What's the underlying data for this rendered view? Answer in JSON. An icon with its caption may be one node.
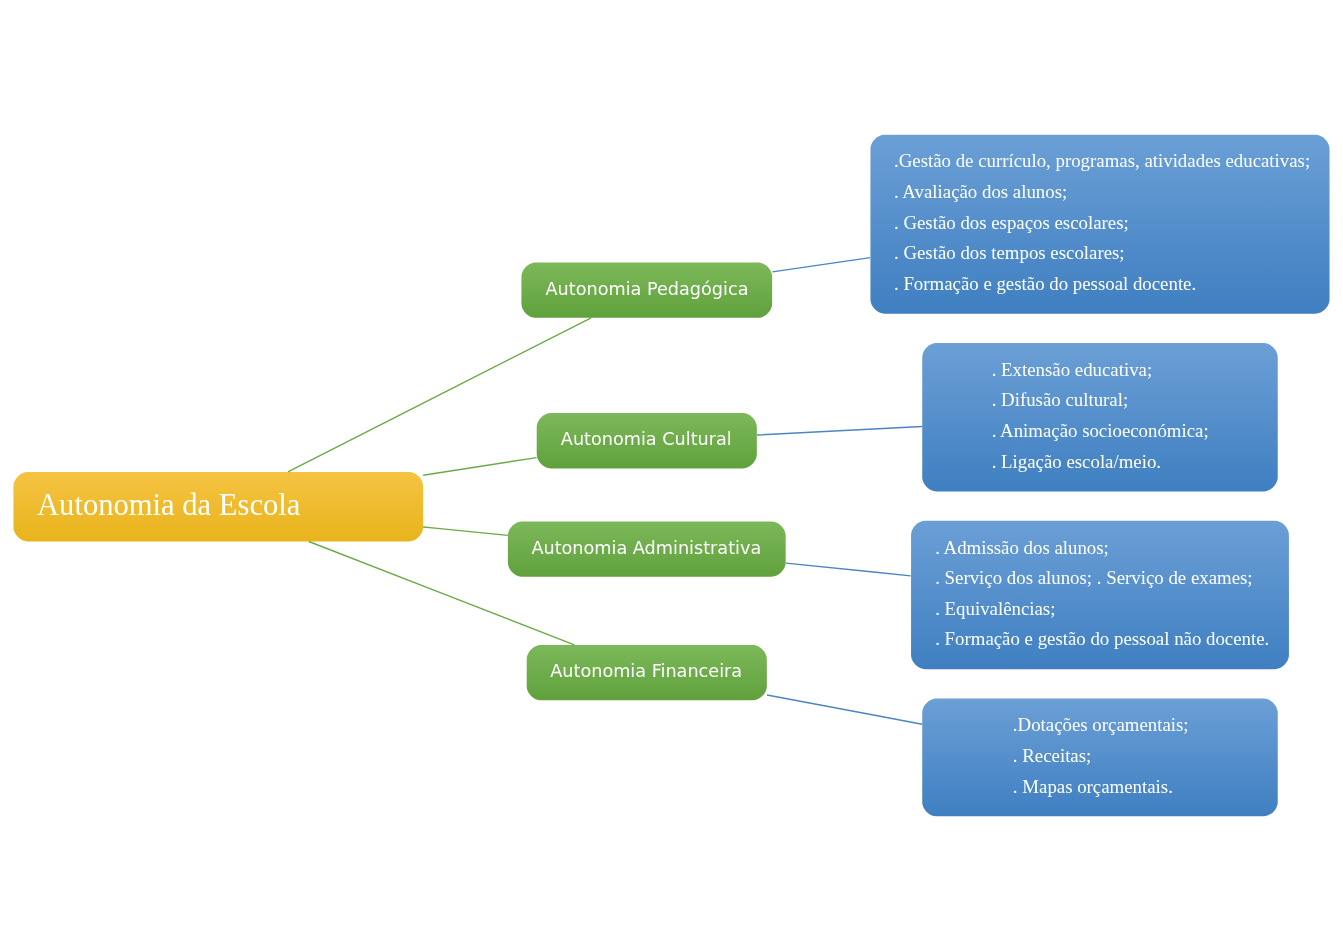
{
  "diagram": {
    "nodes": [
      {
        "text": [
          "Autonomia da Escola"
        ]
      },
      {
        "text": [
          "Autonomia Pedagógica"
        ]
      },
      {
        "text": [
          "Autonomia Cultural"
        ]
      },
      {
        "text": [
          "Autonomia Administrativa"
        ]
      },
      {
        "text": [
          "Autonomia Financeira"
        ]
      },
      {
        "text": [
          ".Gestão de currículo, programas, atividades educativas;",
          ". Avaliação dos alunos;",
          ". Gestão dos espaços escolares;",
          ". Gestão dos tempos escolares;",
          ". Formação e gestão do pessoal docente."
        ]
      },
      {
        "text": [
          ". Extensão educativa;",
          ". Difusão cultural;",
          ". Animação socioeconómica;",
          ". Ligação escola/meio."
        ]
      },
      {
        "text": [
          ". Admissão dos alunos;",
          ". Serviço dos alunos; . Serviço de exames;",
          ". Equivalências;",
          ". Formação e gestão do pessoal não docente."
        ]
      },
      {
        "text": [
          ".Dotações orçamentais;",
          ". Receitas;",
          ". Mapas orçamentais."
        ]
      }
    ],
    "edges": [
      {
        "from": 0,
        "to": 1,
        "arrow": "none"
      },
      {
        "from": 0,
        "to": 2,
        "arrow": "none"
      },
      {
        "from": 0,
        "to": 3,
        "arrow": "none"
      },
      {
        "from": 0,
        "to": 4,
        "arrow": "none"
      },
      {
        "from": 1,
        "to": 5,
        "arrow": "none",
        "color": "#4a86c5"
      },
      {
        "from": 2,
        "to": 6,
        "arrow": "none",
        "color": "#4a86c5"
      },
      {
        "from": 3,
        "to": 7,
        "arrow": "none",
        "color": "#4a86c5"
      },
      {
        "from": 4,
        "to": 8,
        "arrow": "none",
        "color": "#4a86c5"
      }
    ]
  }
}
